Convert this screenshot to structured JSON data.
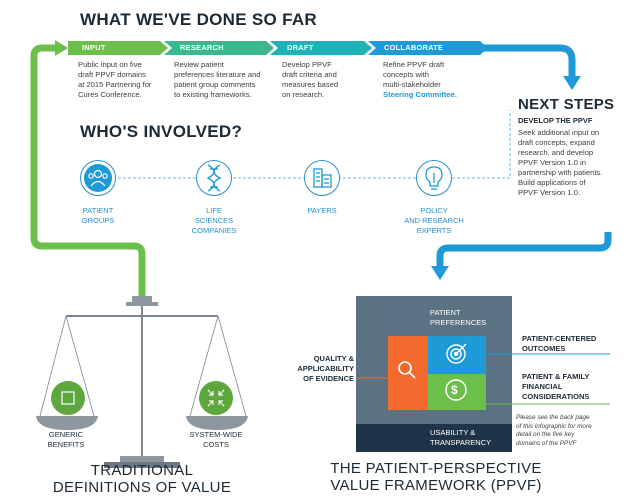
{
  "header": {
    "title": "WHAT WE'VE DONE SO FAR"
  },
  "steps": [
    {
      "label": "INPUT",
      "desc": [
        "Public input on five",
        "draft PPVF domains",
        "at 2015 Partnering for",
        "Cures Conference."
      ],
      "color": "#6cbf4a"
    },
    {
      "label": "RESEARCH",
      "desc": [
        "Review patient",
        "preferences literature and",
        "patient group comments",
        "to existing frameworks."
      ],
      "color": "#3bb88d"
    },
    {
      "label": "DRAFT",
      "desc": [
        "Develop PPVF",
        "draft criteria and",
        "measures based",
        "on research."
      ],
      "color": "#1eb3b8"
    },
    {
      "label": "COLLABORATE",
      "desc": [
        "Refine PPVF draft",
        "concepts with",
        "multi-stakeholder"
      ],
      "desc_highlight": "Steering Committee.",
      "color": "#1e9ad6"
    }
  ],
  "next_steps": {
    "title": "NEXT STEPS",
    "subtitle": "DEVELOP THE PPVF",
    "desc": [
      "Seek additional input on",
      "draft concepts, expand",
      "research, and develop",
      "PPVF Version 1.0 in",
      "partnership with patients.",
      "Build applications of",
      "PPVF Version 1.0."
    ]
  },
  "involved": {
    "title": "WHO'S INVOLVED?",
    "items": [
      {
        "label": [
          "PATIENT",
          "GROUPS"
        ],
        "icon": "patient-groups-icon"
      },
      {
        "label": [
          "LIFE",
          "SCIENCES",
          "COMPANIES"
        ],
        "icon": "dna-icon"
      },
      {
        "label": [
          "PAYERS"
        ],
        "icon": "buildings-icon"
      },
      {
        "label": [
          "POLICY",
          "AND RESEARCH",
          "EXPERTS"
        ],
        "icon": "lightbulb-icon"
      }
    ]
  },
  "traditional": {
    "left_label": [
      "GENERIC",
      "BENEFITS"
    ],
    "right_label": [
      "SYSTEM-WIDE",
      "COSTS"
    ],
    "title": [
      "TRADITIONAL",
      "DEFINITIONS OF VALUE"
    ]
  },
  "ppvf": {
    "top": [
      "PATIENT",
      "PREFERENCES"
    ],
    "bottom": [
      "USABILITY &",
      "TRANSPARENCY"
    ],
    "left": [
      "QUALITY &",
      "APPLICABILITY",
      "OF EVIDENCE"
    ],
    "right_top": [
      "PATIENT-CENTERED",
      "OUTCOMES"
    ],
    "right_bottom": [
      "PATIENT & FAMILY",
      "FINANCIAL",
      "CONSIDERATIONS"
    ],
    "note": [
      "Please see the back page",
      "of this infographic for more",
      "detail on the five key",
      "domains of the PPVF"
    ],
    "title": [
      "THE PATIENT-PERSPECTIVE",
      "VALUE FRAMEWORK (PPVF)"
    ]
  },
  "colors": {
    "green": "#6cbf4a",
    "blue": "#1e9ad6",
    "orange": "#f26a2e",
    "dark": "#1c2a36"
  }
}
